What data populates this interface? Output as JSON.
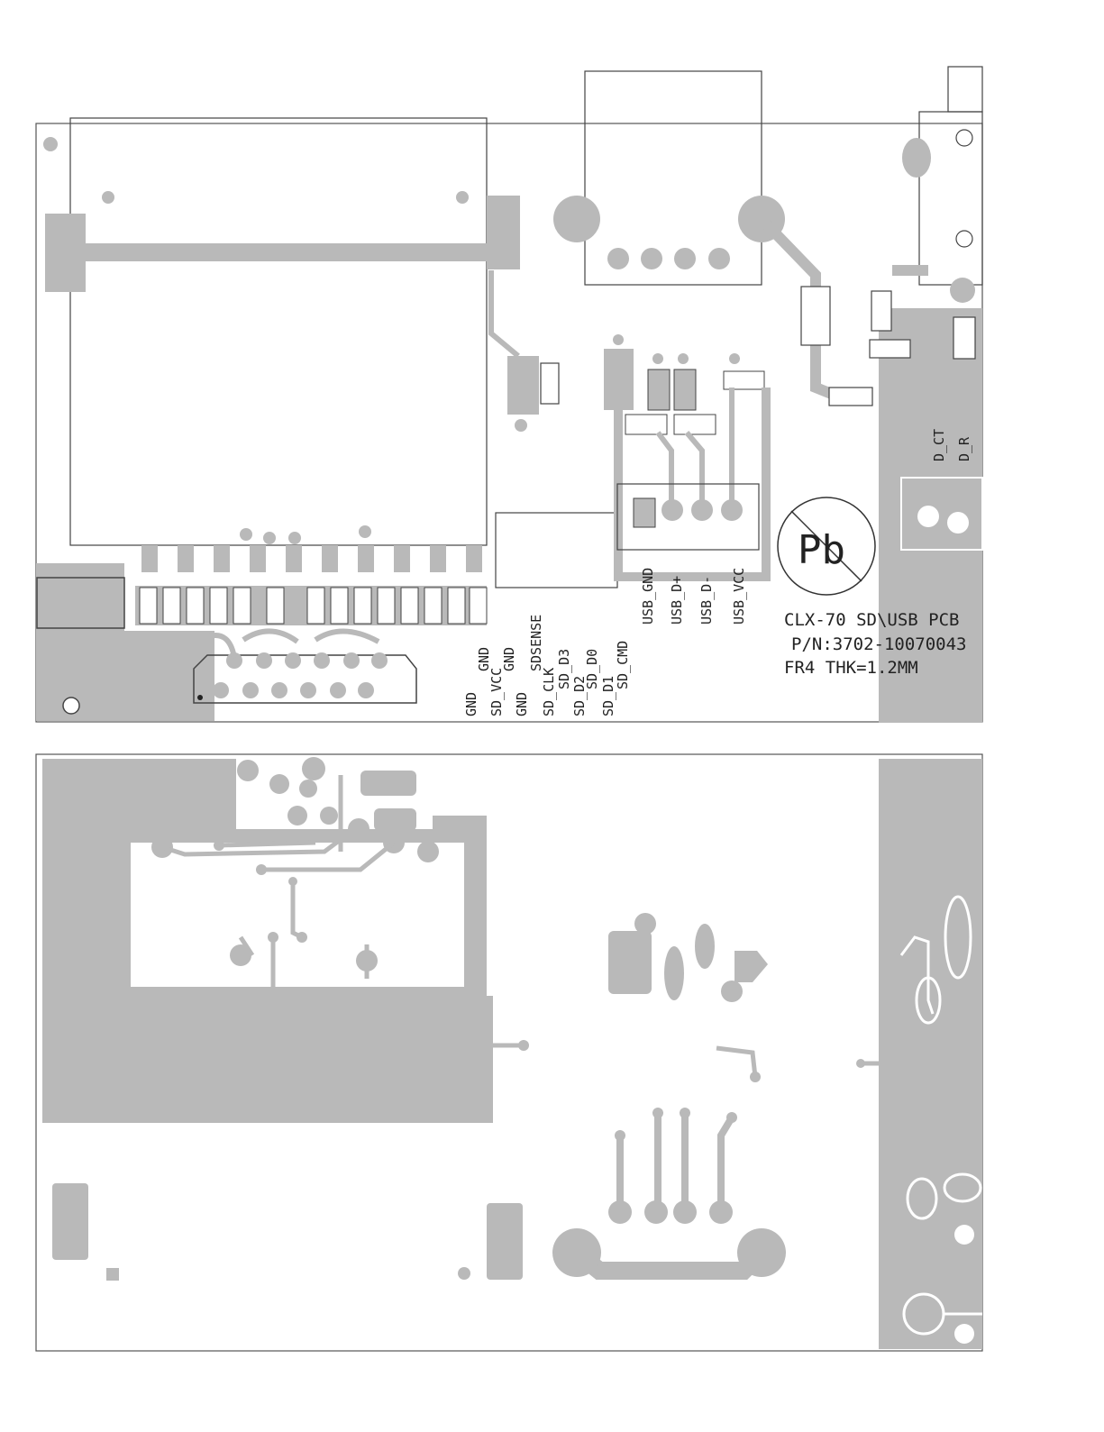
{
  "title_block": {
    "line1": "CLX-70 SD\\USB PCB",
    "line2": "P/N:3702-10070043",
    "line3": "FR4  THK=1.2MM"
  },
  "pb_symbol": "Pb",
  "sd_signals": [
    "GND",
    "GND",
    "SD_VCC",
    "GND",
    "GND",
    "SDSENSE",
    "SD_CLK",
    "SD_D3",
    "SD_D2",
    "SD_D0",
    "SD_D1",
    "SD_CMD"
  ],
  "usb_signals": [
    "USB_GND",
    "USB_D+",
    "USB_D-",
    "USB_VCC"
  ],
  "side_labels": [
    "D_CT",
    "D_R"
  ],
  "colors": {
    "copper": "#b9b9b9",
    "outline": "#444444",
    "background": "#ffffff"
  }
}
